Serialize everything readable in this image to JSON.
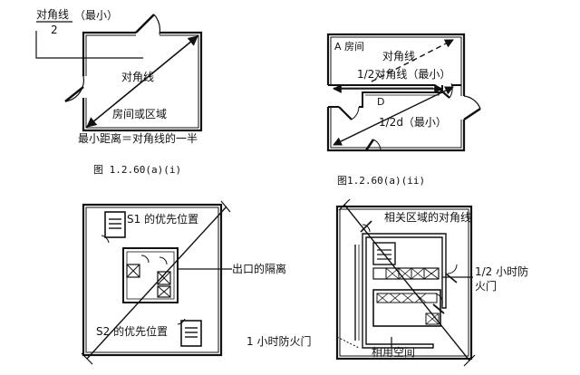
{
  "fig1": {
    "label_fraction_num": "对角线",
    "label_fraction_den": "2",
    "label_min": "（最小）",
    "label_diagonal": "对角线",
    "label_room": "房间或区域",
    "label_min_distance": "最小距离＝对角线的一半",
    "caption": "图 1.2.60(a)(i)"
  },
  "fig2": {
    "label_room_a": "A 房间",
    "label_diagonal": "对角线",
    "label_half_diag": "1/2对角线（最小）",
    "label_d": "D",
    "label_half_d": "1/2d（最小）",
    "caption": "图1.2.60(a)(ii)"
  },
  "fig3": {
    "label_s1": "S1 的优先位置",
    "label_exit_separation": "出口的隔离",
    "label_s2": "S2 的优先位置"
  },
  "fig4": {
    "label_related_diagonal": "相关区域的对角线",
    "label_half_hour_line1": "1/2 小时防",
    "label_half_hour_line2": "火门",
    "label_one_hour": "1 小时防火门",
    "label_shared_space": "相用空间"
  }
}
